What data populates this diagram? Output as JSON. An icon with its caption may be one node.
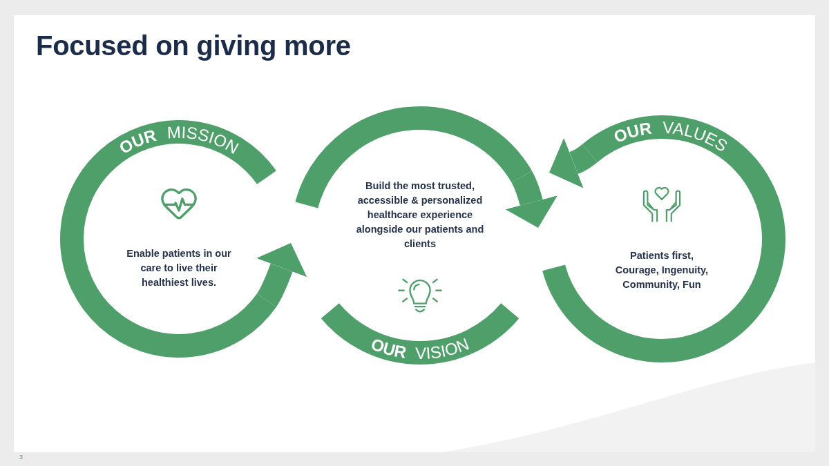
{
  "diagram": {
    "title": "Focused on giving more",
    "nodes": [
      {
        "text": [
          "**OUR** MISSION",
          "Enable patients in our care to live their healthiest lives."
        ]
      },
      {
        "text": [
          "Build the most trusted, accessible & personalized healthcare experience alongside our patients and clients",
          "**OUR** VISION"
        ]
      },
      {
        "text": [
          "**OUR** VALUES",
          "Patients first, Courage, Ingenuity, Community, Fun"
        ]
      }
    ],
    "edges": [
      {
        "from": 0,
        "to": 1,
        "arrow": "to"
      },
      {
        "from": 1,
        "to": 2,
        "arrow": "to"
      },
      {
        "from": 2,
        "to": 1,
        "arrow": "to"
      }
    ],
    "labels": [
      "3"
    ]
  }
}
